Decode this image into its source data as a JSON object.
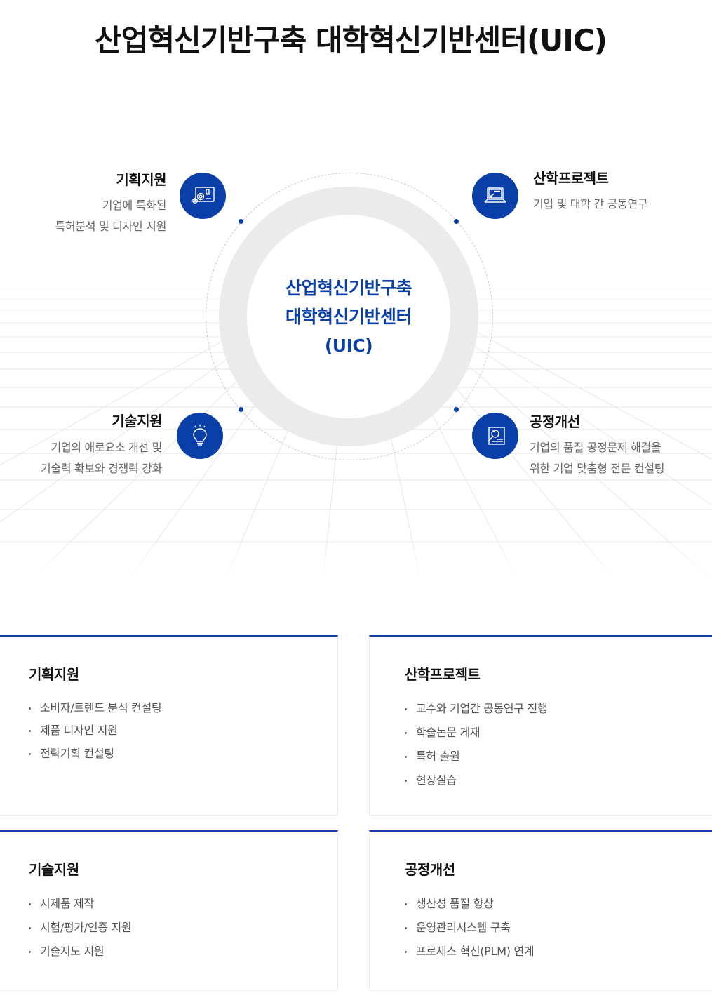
{
  "page": {
    "title": "산업혁신기반구축 대학혁신기반센터(UIC)"
  },
  "diagram": {
    "center": {
      "line1": "산업혁신기반구축",
      "line2": "대학혁신기반센터",
      "line3": "(UIC)"
    },
    "nodes": [
      {
        "id": "planning",
        "title": "기획지원",
        "desc_line1": "기업에 특화된",
        "desc_line2": "특허분석 및 디자인 지원",
        "icon": "gear-blueprint-icon"
      },
      {
        "id": "industry-academia",
        "title": "산학프로젝트",
        "desc_line1": "기업 및 대학 간 공동연구",
        "icon": "laptop-icon"
      },
      {
        "id": "technical",
        "title": "기술지원",
        "desc_line1": "기업의 애로요소 개선 및",
        "desc_line2": "기술력 확보와 경쟁력 강화",
        "icon": "lightbulb-icon"
      },
      {
        "id": "process",
        "title": "공정개선",
        "desc_line1": "기업의 품질 공정문제 해결을",
        "desc_line2": "위한 기업 맞춤형 전문 컨설팅",
        "icon": "document-search-icon"
      }
    ],
    "colors": {
      "accent": "#0a3fa8",
      "ring": "#ebebeb",
      "dashed": "#c9c9c9"
    }
  },
  "cards": [
    {
      "title": "기획지원",
      "items": [
        "소비자/트렌드 분석 컨설팅",
        "제품 디자인 지원",
        "전략기획 컨설팅"
      ]
    },
    {
      "title": "산학프로젝트",
      "items": [
        "교수와 기업간 공동연구 진행",
        "학술논문 게재",
        "특허 출원",
        "현장실습"
      ]
    },
    {
      "title": "기술지원",
      "items": [
        "시제품 제작",
        "시험/평가/인증 지원",
        "기술지도 지원"
      ]
    },
    {
      "title": "공정개선",
      "items": [
        "생산성 품질 향상",
        "운영관리시스템 구축",
        "프로세스 혁신(PLM) 연계"
      ]
    }
  ]
}
